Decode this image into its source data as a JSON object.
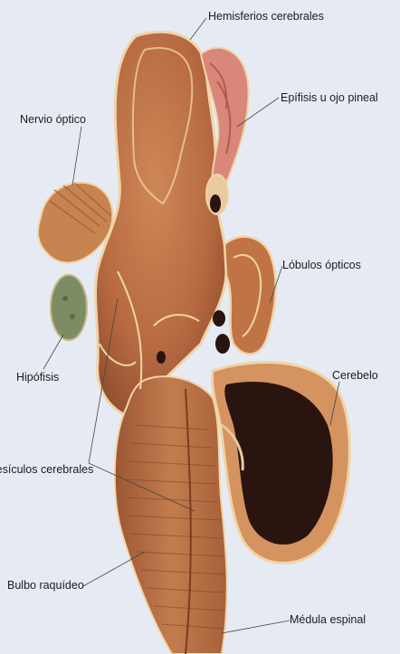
{
  "labels": {
    "hemisferios": "Hemisferios cerebrales",
    "epifisis": "Epífisis u ojo pineal",
    "nervio_optico": "Nervio óptico",
    "lobulos_opticos": "Lóbulos ópticos",
    "hipofisis": "Hipófisis",
    "cerebelo": "Cerebelo",
    "vesiculas": "Vesículos cerebrales",
    "bulbo": "Bulbo raquídeo",
    "medula": "Médula espinal"
  },
  "colors": {
    "background": "#e6ebf3",
    "tissue": "#b86b42",
    "tissue_light": "#d4935f",
    "outline": "#f0d4a8",
    "cavity": "#2a1410",
    "pineal": "#d9877a",
    "hypophysis": "#7c8d63"
  }
}
